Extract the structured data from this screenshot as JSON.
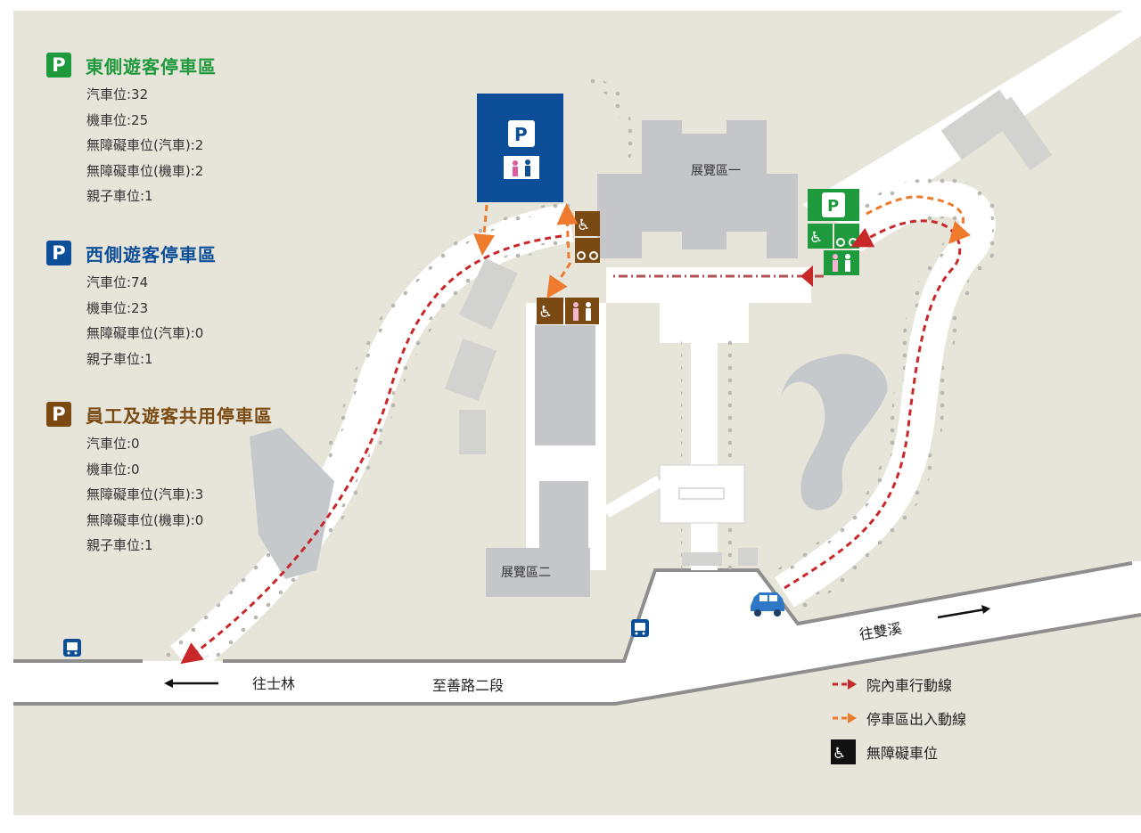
{
  "parking_areas": [
    {
      "title": "東側遊客停車區",
      "badge": "P",
      "color": "#1e9a3c",
      "items": [
        "汽車位:32",
        "機車位:25",
        "無障礙車位(汽車):2",
        "無障礙車位(機車):2",
        "親子車位:1"
      ]
    },
    {
      "title": "西側遊客停車區",
      "badge": "P",
      "color": "#0c4f98",
      "items": [
        "汽車位:74",
        "機車位:23",
        "無障礙車位(汽車):0",
        "親子車位:1"
      ]
    },
    {
      "title": "員工及遊客共用停車區",
      "badge": "P",
      "color": "#7a4a12",
      "items": [
        "汽車位:0",
        "機車位:0",
        "無障礙車位(汽車):3",
        "無障礙車位(機車):0",
        "親子車位:1"
      ]
    }
  ],
  "map_labels": {
    "hall_1": "展覽區一",
    "hall_2": "展覽區二",
    "to_shilin": "往士林",
    "road_name": "至善路二段",
    "to_shuangxi": "往雙溪"
  },
  "legend": {
    "route_inside": "院內車行動線",
    "route_parking": "停車區出入動線",
    "accessible": "無障礙車位"
  },
  "colors": {
    "route_inside": "#c8282a",
    "route_parking": "#ee7a2d",
    "east_green": "#1e9a3c",
    "west_blue": "#0c4f98",
    "staff_brown": "#7a4a12",
    "ground": "#e7e4d9",
    "building": "#c5c6c9",
    "car": "#2f78c6"
  },
  "icons": [
    "parking-icon",
    "wheelchair-icon",
    "motorcycle-icon",
    "family-icon",
    "bus-stop-icon",
    "car-icon",
    "arrow-left-icon",
    "arrow-right-icon"
  ]
}
